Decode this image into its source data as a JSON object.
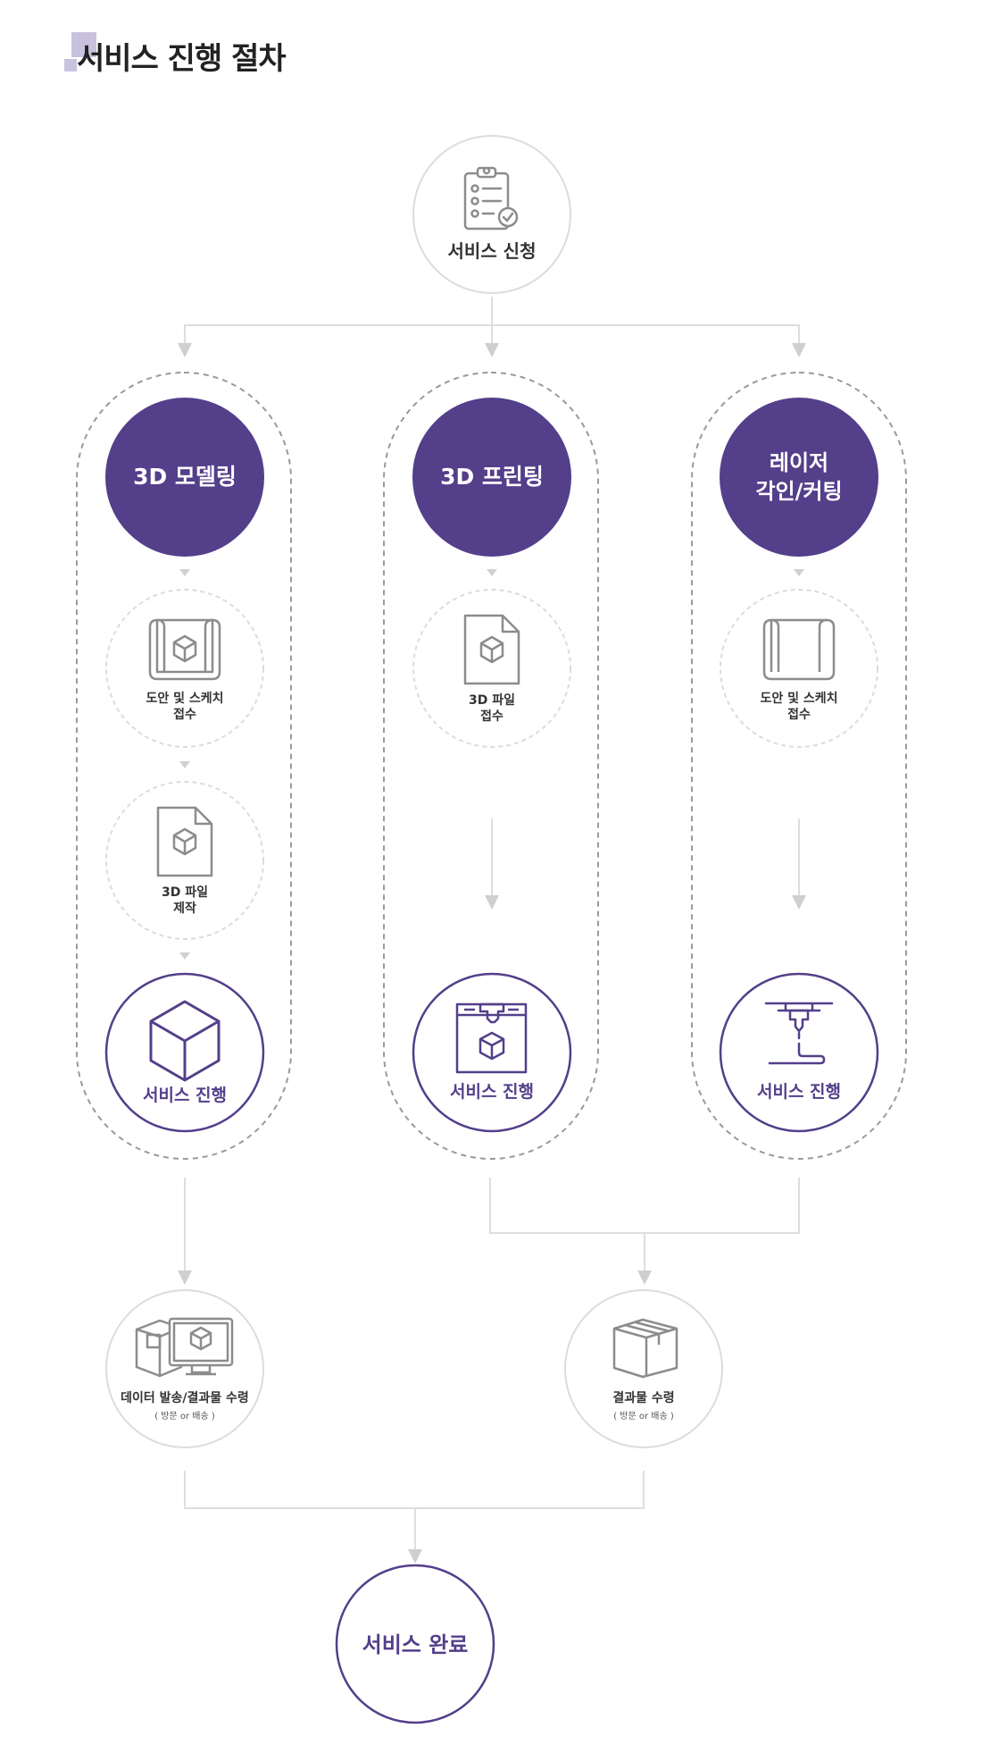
{
  "page": {
    "title": "서비스 진행 절차"
  },
  "colors": {
    "purple": "#533f8a",
    "line": "#dedede",
    "gray_icon": "#8c8c8c",
    "dash": "#9a9a9a"
  },
  "start": {
    "label": "서비스 신청",
    "icon": "clipboard-checklist-icon"
  },
  "columns": [
    {
      "header": [
        "3D 모델링"
      ],
      "steps": [
        {
          "lines": [
            "도안 및 스케치",
            "접수"
          ],
          "icon": "blueprint-scroll-icon"
        },
        {
          "lines": [
            "3D 파일",
            "제작"
          ],
          "icon": "3d-file-icon"
        }
      ],
      "process": {
        "label": "서비스 진행",
        "icon": "cube-icon"
      }
    },
    {
      "header": [
        "3D 프린팅"
      ],
      "steps": [
        {
          "lines": [
            "3D 파일",
            "접수"
          ],
          "icon": "3d-file-icon"
        }
      ],
      "process": {
        "label": "서비스 진행",
        "icon": "3d-printer-icon"
      }
    },
    {
      "header": [
        "레이저",
        "각인/커팅"
      ],
      "steps": [
        {
          "lines": [
            "도안 및 스케치",
            "접수"
          ],
          "icon": "blueprint-scroll-icon"
        }
      ],
      "process": {
        "label": "서비스 진행",
        "icon": "laser-cutter-icon"
      }
    }
  ],
  "results": [
    {
      "label": "데이터 발송/결과물 수령",
      "sub": "( 방문 or 배송 )",
      "icon": "box-monitor-icon"
    },
    {
      "label": "결과물 수령",
      "sub": "( 방문 or 배송 )",
      "icon": "box-icon"
    }
  ],
  "end": {
    "label": "서비스 완료"
  }
}
